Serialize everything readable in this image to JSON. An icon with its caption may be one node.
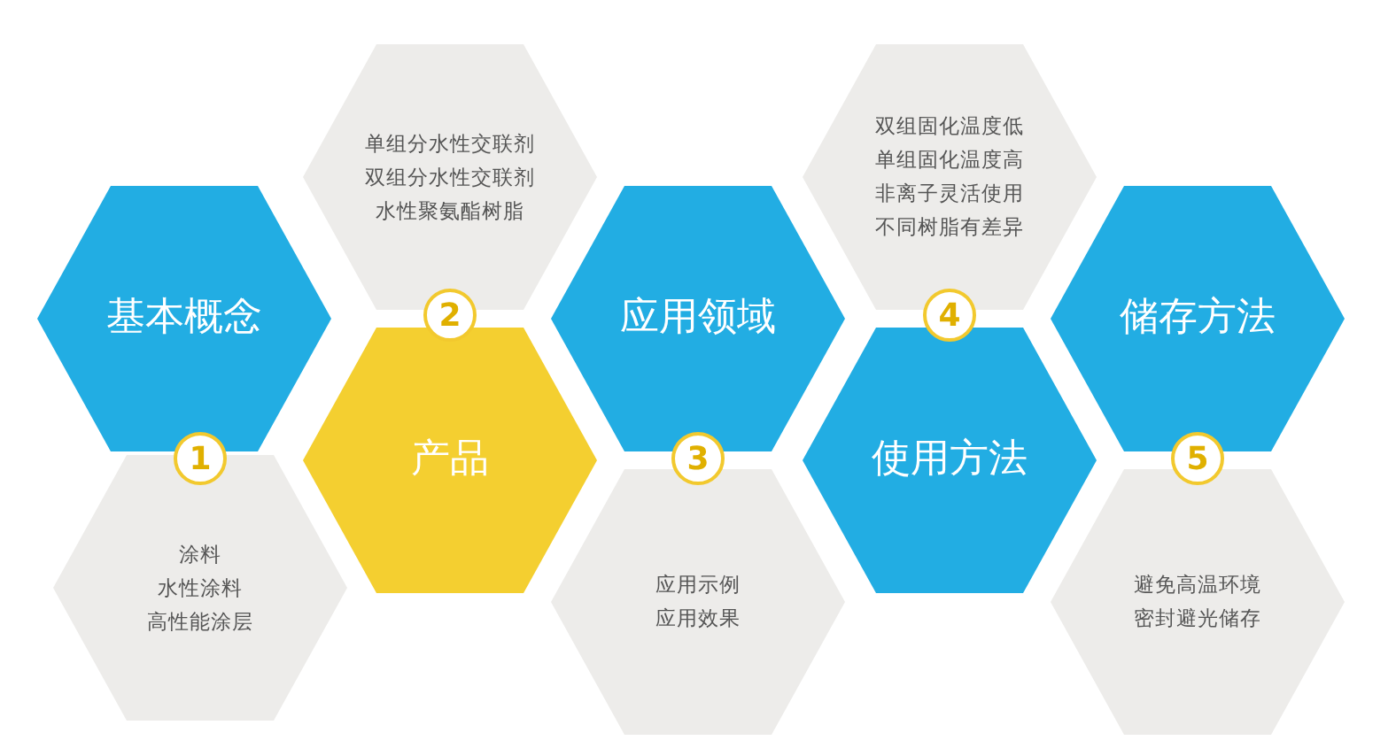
{
  "diagram": {
    "nodes": [
      {
        "text": [
          "基本概念"
        ]
      },
      {
        "text": [
          "1"
        ]
      },
      {
        "text": [
          "涂料",
          "水性涂料",
          "高性能涂层"
        ]
      },
      {
        "text": [
          "产品"
        ]
      },
      {
        "text": [
          "2"
        ]
      },
      {
        "text": [
          "单组分水性交联剂",
          "双组分水性交联剂",
          "水性聚氨酯树脂"
        ]
      },
      {
        "text": [
          "应用领域"
        ]
      },
      {
        "text": [
          "3"
        ]
      },
      {
        "text": [
          "应用示例",
          "应用效果"
        ]
      },
      {
        "text": [
          "使用方法"
        ]
      },
      {
        "text": [
          "4"
        ]
      },
      {
        "text": [
          "双组固化温度低",
          "单组固化温度高",
          "非离子灵活使用",
          "不同树脂有差异"
        ]
      },
      {
        "text": [
          "储存方法"
        ]
      },
      {
        "text": [
          "5"
        ]
      },
      {
        "text": [
          "避免高温环境",
          "密封避光储存"
        ]
      }
    ]
  }
}
